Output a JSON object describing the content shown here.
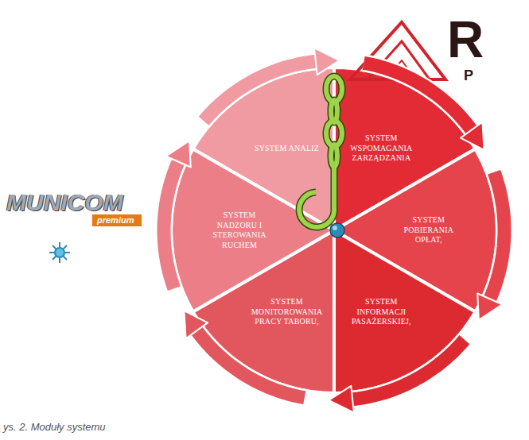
{
  "diagram": {
    "caption": "ys. 2. Moduły systemu",
    "nodes": [
      {
        "text": [
          "SYSTEM ANALIZ"
        ]
      },
      {
        "text": [
          "SYSTEM WSPOMAGANIA ZARZĄDZANIA"
        ]
      },
      {
        "text": [
          "SYSTEM POBIERANIA OPŁAT,"
        ]
      },
      {
        "text": [
          "SYSTEM INFORMACJI PASAŻERSKIEJ,"
        ]
      },
      {
        "text": [
          "SYSTEM MONITOROWANIA PRACY TABORU,"
        ]
      },
      {
        "text": [
          "SYSTEM NADZORU I STEROWANIA RUCHEM"
        ]
      }
    ],
    "edges": [
      {
        "from": 0,
        "to": 1,
        "arrow": "to"
      },
      {
        "from": 1,
        "to": 2,
        "arrow": "to"
      },
      {
        "from": 2,
        "to": 3,
        "arrow": "to"
      },
      {
        "from": 3,
        "to": 4,
        "arrow": "to"
      },
      {
        "from": 4,
        "to": 5,
        "arrow": "to"
      },
      {
        "from": 5,
        "to": 0,
        "arrow": "to"
      }
    ],
    "labels": [
      "R",
      "P",
      "MUNICOM",
      "premium"
    ]
  }
}
